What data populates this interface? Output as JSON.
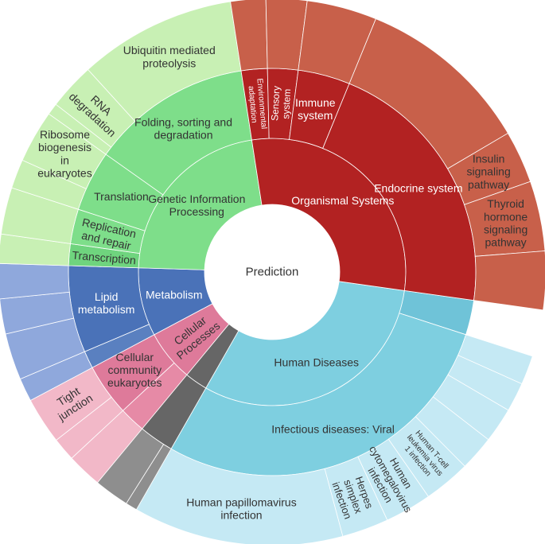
{
  "chart_data": {
    "type": "sunburst",
    "root": "Prediction",
    "colors": {
      "human_diseases": "#7ecfe0",
      "organismal_systems": "#b22222",
      "genetic_information_processing": "#7ede8a",
      "metabolism": "#4a72b8",
      "cellular_processes": "#de7a9a",
      "unlabeled": "#666666"
    },
    "categories": [
      {
        "name": "Human Diseases",
        "value": 90,
        "color": "#7ecfe0",
        "light": "#c5e9f4",
        "label_color": "#333333",
        "children": [
          {
            "name": "",
            "value": 8,
            "color": "#6fc3d8",
            "label_color": "#333333",
            "children": []
          },
          {
            "name": "Infectious diseases: Viral",
            "value": 82,
            "color": "#7ecfe0",
            "label_color": "#333333",
            "children": [
              {
                "name": "",
                "value": 5
              },
              {
                "name": "",
                "value": 5
              },
              {
                "name": "",
                "value": 6
              },
              {
                "name": "",
                "value": 6
              },
              {
                "name": "Human T-cell leukemia virus 1 infection",
                "value": 8
              },
              {
                "name": "Human cytomegalovirus infection",
                "value": 8
              },
              {
                "name": "Herpes simplex infection",
                "value": 8
              },
              {
                "name": "Human papillomavirus infection",
                "value": 36
              }
            ]
          }
        ]
      },
      {
        "name": "",
        "value": 8,
        "color": "#666666",
        "light": "#8e8e8e",
        "label_color": "#ffffff",
        "children": [
          {
            "name": "",
            "value": 8,
            "color": "#666666",
            "children": [
              {
                "name": "",
                "value": 2
              },
              {
                "name": "",
                "value": 6
              }
            ]
          }
        ]
      },
      {
        "name": "Cellular Processes",
        "value": 18,
        "color": "#de7a9a",
        "light": "#f2b8c8",
        "label_color": "#333333",
        "children": [
          {
            "name": "",
            "value": 6,
            "color": "#e68aa6",
            "children": [
              {
                "name": "",
                "value": 6
              }
            ]
          },
          {
            "name": "Cellular community eukaryotes",
            "value": 12,
            "color": "#de7a9a",
            "label_color": "#333333",
            "children": [
              {
                "name": "",
                "value": 4
              },
              {
                "name": "Tight junction",
                "value": 8
              }
            ]
          }
        ]
      },
      {
        "name": "Metabolism",
        "value": 24,
        "color": "#4a72b8",
        "light": "#8fa8dc",
        "label_color": "#ffffff",
        "children": [
          {
            "name": "",
            "value": 4,
            "color": "#5a80c0",
            "children": [
              {
                "name": "",
                "value": 4
              }
            ]
          },
          {
            "name": "Lipid metabolism",
            "value": 20,
            "color": "#4a72b8",
            "label_color": "#ffffff",
            "children": [
              {
                "name": "",
                "value": 8
              },
              {
                "name": "",
                "value": 6
              },
              {
                "name": "",
                "value": 6
              }
            ]
          }
        ]
      },
      {
        "name": "Genetic Information Processing",
        "value": 64,
        "color": "#7ede8a",
        "light": "#c8f0b4",
        "label_color": "#333333",
        "children": [
          {
            "name": "Transcription",
            "value": 5,
            "color": "#6fd47e",
            "label_color": "#333333",
            "children": [
              {
                "name": "",
                "value": 5
              }
            ]
          },
          {
            "name": "Replication and repair",
            "value": 8,
            "color": "#7ede8a",
            "label_color": "#333333",
            "children": [
              {
                "name": "",
                "value": 8
              }
            ]
          },
          {
            "name": "Translation",
            "value": 14,
            "color": "#7ede8a",
            "label_color": "#333333",
            "children": [
              {
                "name": "",
                "value": 5
              },
              {
                "name": "Ribosome biogenesis in eukaryotes",
                "value": 9
              }
            ]
          },
          {
            "name": "Folding, sorting and degradation",
            "value": 37,
            "color": "#7ede8a",
            "label_color": "#333333",
            "children": [
              {
                "name": "",
                "value": 2
              },
              {
                "name": "RNA degradation",
                "value": 8
              },
              {
                "name": "Ubiquitin mediated proteolysis",
                "value": 27
              }
            ]
          }
        ]
      },
      {
        "name": "Organismal Systems",
        "value": 86,
        "color": "#b22222",
        "light": "#c8604a",
        "label_color": "#ffffff",
        "children": [
          {
            "name": "Environmental adaptation",
            "value": 6,
            "color": "#b22222",
            "label_color": "#ffffff",
            "children": [
              {
                "name": "",
                "value": 6
              }
            ]
          },
          {
            "name": "Sensory system",
            "value": 7,
            "color": "#b22222",
            "label_color": "#ffffff",
            "children": [
              {
                "name": "",
                "value": 7
              }
            ]
          },
          {
            "name": "Immune system",
            "value": 12,
            "color": "#b22222",
            "label_color": "#ffffff",
            "children": [
              {
                "name": "",
                "value": 12
              }
            ]
          },
          {
            "name": "Endocrine system",
            "value": 61,
            "color": "#b22222",
            "label_color": "#ffffff",
            "children": [
              {
                "name": "",
                "value": 30
              },
              {
                "name": "Insulin signaling pathway",
                "value": 9
              },
              {
                "name": "Thyroid hormone signaling pathway",
                "value": 12
              },
              {
                "name": "",
                "value": 10
              }
            ]
          }
        ]
      }
    ]
  }
}
